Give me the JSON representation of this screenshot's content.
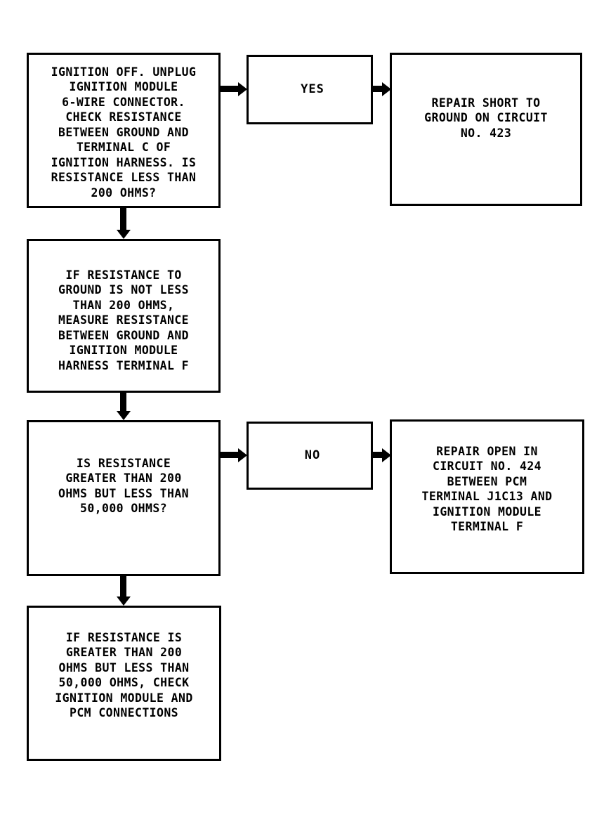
{
  "diagram": {
    "title": "Ignition Module Resistance Diagnostic Flowchart",
    "type": "flowchart",
    "background_color": "#ffffff",
    "line_color": "#000000",
    "text_color": "#000000",
    "nodes": [
      {
        "id": "step1",
        "role": "decision",
        "text": "IGNITION OFF. UNPLUG\nIGNITION MODULE\n6-WIRE CONNECTOR.\nCHECK RESISTANCE\nBETWEEN GROUND AND\nTERMINAL C OF\nIGNITION HARNESS. IS\nRESISTANCE LESS THAN\n200 OHMS?"
      },
      {
        "id": "yes_label",
        "role": "branch-label",
        "text": "YES"
      },
      {
        "id": "repair1",
        "role": "action",
        "text": "REPAIR SHORT TO\nGROUND ON CIRCUIT\nNO. 423"
      },
      {
        "id": "step2",
        "role": "process",
        "text": "IF RESISTANCE TO\nGROUND IS NOT LESS\nTHAN 200 OHMS,\nMEASURE RESISTANCE\nBETWEEN GROUND AND\nIGNITION MODULE\nHARNESS TERMINAL F"
      },
      {
        "id": "step3",
        "role": "decision",
        "text": "IS RESISTANCE\nGREATER THAN 200\nOHMS BUT LESS THAN\n50,000 OHMS?"
      },
      {
        "id": "no_label",
        "role": "branch-label",
        "text": "NO"
      },
      {
        "id": "repair2",
        "role": "action",
        "text": "REPAIR OPEN IN\nCIRCUIT NO. 424\nBETWEEN PCM\nTERMINAL J1C13 AND\nIGNITION MODULE\nTERMINAL F"
      },
      {
        "id": "step4",
        "role": "process",
        "text": "IF RESISTANCE IS\nGREATER THAN 200\nOHMS BUT LESS THAN\n50,000 OHMS, CHECK\nIGNITION MODULE AND\nPCM CONNECTIONS"
      }
    ],
    "connectors": [
      {
        "id": "c1",
        "from": "step1",
        "to": "yes_label",
        "direction": "right"
      },
      {
        "id": "c2",
        "from": "yes_label",
        "to": "repair1",
        "direction": "right"
      },
      {
        "id": "c3",
        "from": "step1",
        "to": "step2",
        "direction": "down"
      },
      {
        "id": "c4",
        "from": "step2",
        "to": "step3",
        "direction": "down"
      },
      {
        "id": "c5",
        "from": "step3",
        "to": "no_label",
        "direction": "right"
      },
      {
        "id": "c6",
        "from": "no_label",
        "to": "repair2",
        "direction": "right"
      },
      {
        "id": "c7",
        "from": "step3",
        "to": "step4",
        "direction": "down"
      }
    ]
  }
}
